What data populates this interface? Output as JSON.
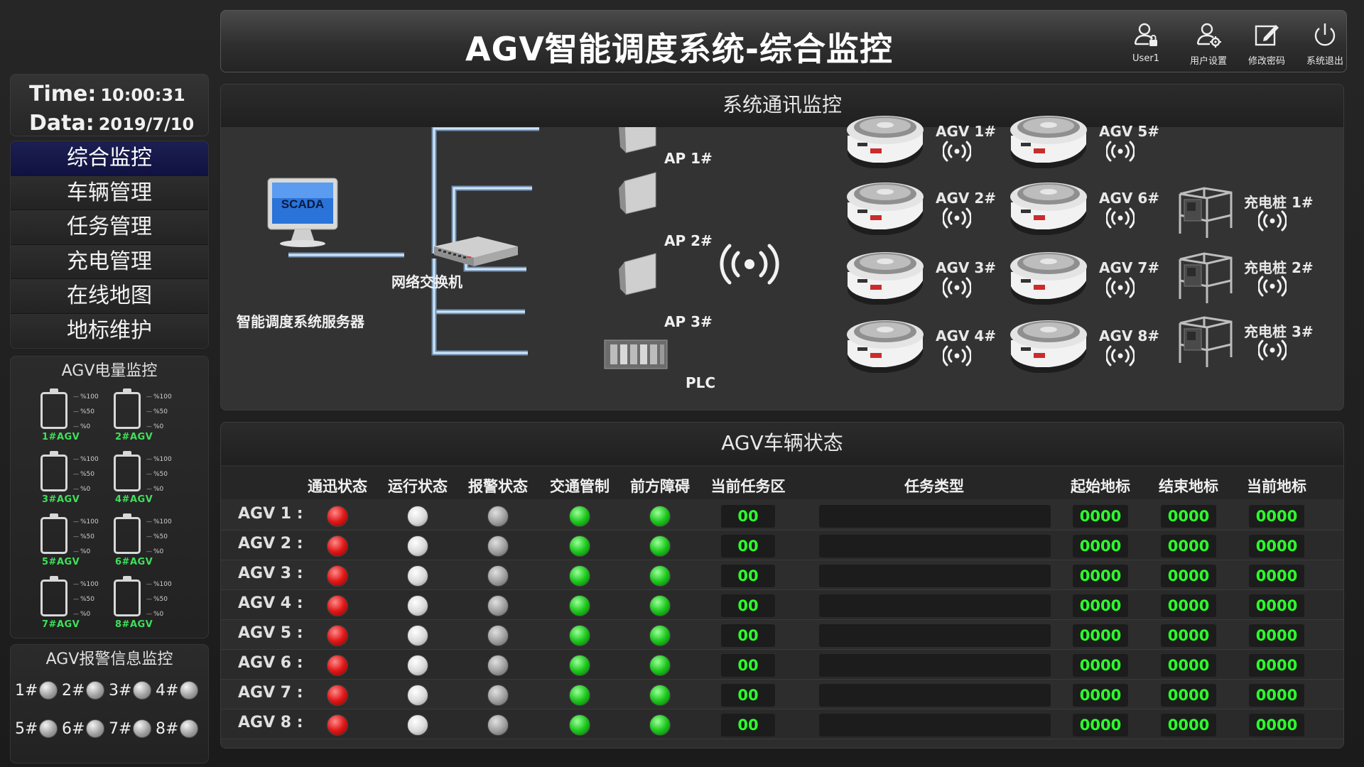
{
  "header": {
    "title": "AGV智能调度系统-综合监控",
    "buttons": [
      {
        "label": "User1",
        "icon": "user-lock-icon"
      },
      {
        "label": "用户设置",
        "icon": "user-settings-icon"
      },
      {
        "label": "修改密码",
        "icon": "edit-icon"
      },
      {
        "label": "系统退出",
        "icon": "power-icon"
      }
    ]
  },
  "clock": {
    "time_label": "Time:",
    "time_value": "10:00:31",
    "date_label": "Data:",
    "date_value": "2019/7/10"
  },
  "menu": {
    "items": [
      {
        "label": "综合监控",
        "active": true
      },
      {
        "label": "车辆管理",
        "active": false
      },
      {
        "label": "任务管理",
        "active": false
      },
      {
        "label": "充电管理",
        "active": false
      },
      {
        "label": "在线地图",
        "active": false
      },
      {
        "label": "地标维护",
        "active": false
      }
    ]
  },
  "battery_panel": {
    "title": "AGV电量监控",
    "scale": [
      "%100",
      "%50",
      "%0"
    ],
    "accent": "#3fe05a",
    "agvs": [
      {
        "label": "1#AGV",
        "level": 0
      },
      {
        "label": "2#AGV",
        "level": 0
      },
      {
        "label": "3#AGV",
        "level": 0
      },
      {
        "label": "4#AGV",
        "level": 0
      },
      {
        "label": "5#AGV",
        "level": 0
      },
      {
        "label": "6#AGV",
        "level": 0
      },
      {
        "label": "7#AGV",
        "level": 0
      },
      {
        "label": "8#AGV",
        "level": 0
      }
    ]
  },
  "alarm_panel": {
    "title": "AGV报警信息监控",
    "items": [
      "1#",
      "2#",
      "3#",
      "4#",
      "5#",
      "6#",
      "7#",
      "8#"
    ]
  },
  "comm_panel": {
    "title": "系统通讯监控",
    "server_screen_text": "SCADA",
    "server_label": "智能调度系统服务器",
    "switch_label": "网络交换机",
    "aps": [
      "AP 1#",
      "AP 2#",
      "AP 3#"
    ],
    "plc_label": "PLC",
    "agvs": [
      "AGV 1#",
      "AGV 2#",
      "AGV 3#",
      "AGV 4#",
      "AGV 5#",
      "AGV 6#",
      "AGV 7#",
      "AGV 8#"
    ],
    "chargers": [
      "充电桩 1#",
      "充电桩 2#",
      "充电桩 3#"
    ]
  },
  "status_panel": {
    "title": "AGV车辆状态",
    "columns": [
      "通迅状态",
      "运行状态",
      "报警状态",
      "交通管制",
      "前方障碍",
      "当前任务区",
      "任务类型",
      "起始地标",
      "结束地标",
      "当前地标"
    ],
    "rows": [
      {
        "name": "AGV 1 :",
        "comm": "red",
        "run": "white",
        "alarm": "gray",
        "traffic": "green",
        "obstacle": "green",
        "area": "00",
        "task": "",
        "start": "0000",
        "end": "0000",
        "current": "0000"
      },
      {
        "name": "AGV 2 :",
        "comm": "red",
        "run": "white",
        "alarm": "gray",
        "traffic": "green",
        "obstacle": "green",
        "area": "00",
        "task": "",
        "start": "0000",
        "end": "0000",
        "current": "0000"
      },
      {
        "name": "AGV 3 :",
        "comm": "red",
        "run": "white",
        "alarm": "gray",
        "traffic": "green",
        "obstacle": "green",
        "area": "00",
        "task": "",
        "start": "0000",
        "end": "0000",
        "current": "0000"
      },
      {
        "name": "AGV 4 :",
        "comm": "red",
        "run": "white",
        "alarm": "gray",
        "traffic": "green",
        "obstacle": "green",
        "area": "00",
        "task": "",
        "start": "0000",
        "end": "0000",
        "current": "0000"
      },
      {
        "name": "AGV 5 :",
        "comm": "red",
        "run": "white",
        "alarm": "gray",
        "traffic": "green",
        "obstacle": "green",
        "area": "00",
        "task": "",
        "start": "0000",
        "end": "0000",
        "current": "0000"
      },
      {
        "name": "AGV 6 :",
        "comm": "red",
        "run": "white",
        "alarm": "gray",
        "traffic": "green",
        "obstacle": "green",
        "area": "00",
        "task": "",
        "start": "0000",
        "end": "0000",
        "current": "0000"
      },
      {
        "name": "AGV 7 :",
        "comm": "red",
        "run": "white",
        "alarm": "gray",
        "traffic": "green",
        "obstacle": "green",
        "area": "00",
        "task": "",
        "start": "0000",
        "end": "0000",
        "current": "0000"
      },
      {
        "name": "AGV 8 :",
        "comm": "red",
        "run": "white",
        "alarm": "gray",
        "traffic": "green",
        "obstacle": "green",
        "area": "00",
        "task": "",
        "start": "0000",
        "end": "0000",
        "current": "0000"
      }
    ]
  },
  "colors": {
    "active_menu": "#13164a",
    "value_green": "#2cff2c",
    "lamp_red": "#e01818",
    "lamp_green": "#1ec81e",
    "pipe_blue": "#9fc7ea"
  }
}
